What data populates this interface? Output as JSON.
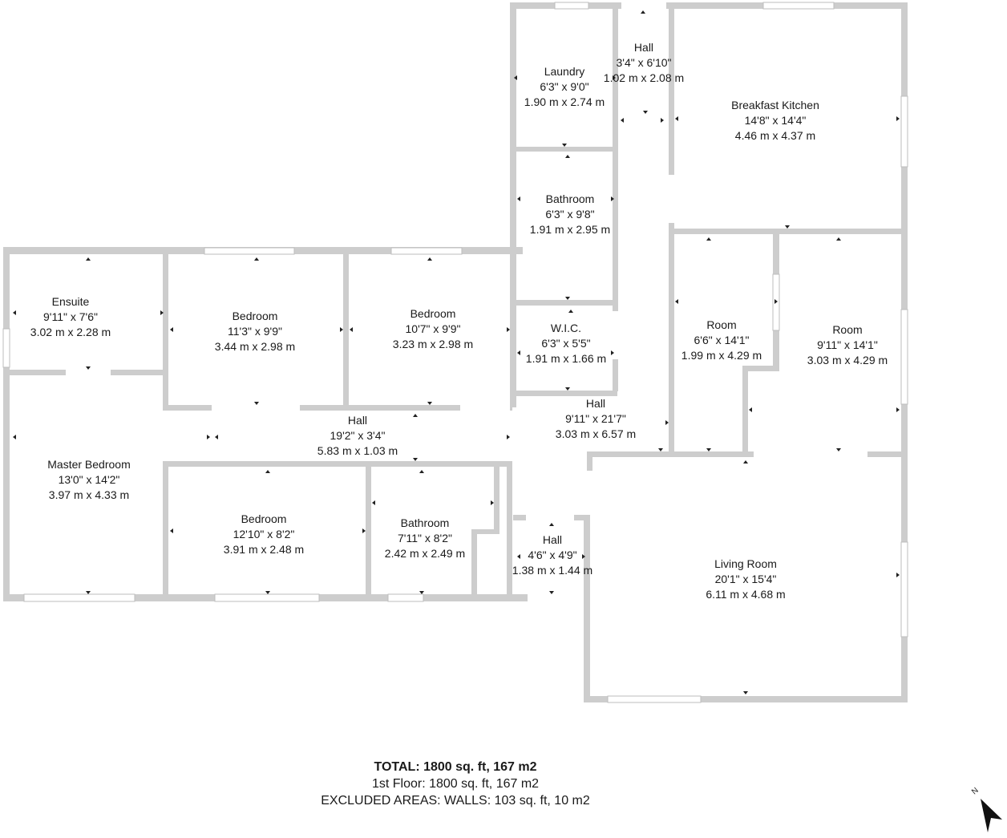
{
  "rooms": {
    "laundry": {
      "name": "Laundry",
      "imperial": "6'3\" x 9'0\"",
      "metric": "1.90 m x 2.74 m"
    },
    "hall_top": {
      "name": "Hall",
      "imperial": "3'4\" x 6'10\"",
      "metric": "1.02 m x 2.08 m"
    },
    "kitchen": {
      "name": "Breakfast Kitchen",
      "imperial": "14'8\" x 14'4\"",
      "metric": "4.46 m x 4.37 m"
    },
    "bathroom_top": {
      "name": "Bathroom",
      "imperial": "6'3\" x 9'8\"",
      "metric": "1.91 m x 2.95 m"
    },
    "ensuite": {
      "name": "Ensuite",
      "imperial": "9'11\" x 7'6\"",
      "metric": "3.02 m x 2.28 m"
    },
    "bedroom_1": {
      "name": "Bedroom",
      "imperial": "11'3\" x 9'9\"",
      "metric": "3.44 m x 2.98 m"
    },
    "bedroom_2": {
      "name": "Bedroom",
      "imperial": "10'7\" x 9'9\"",
      "metric": "3.23 m x 2.98 m"
    },
    "wic": {
      "name": "W.I.C.",
      "imperial": "6'3\" x 5'5\"",
      "metric": "1.91 m x 1.66 m"
    },
    "room_1": {
      "name": "Room",
      "imperial": "6'6\" x 14'1\"",
      "metric": "1.99 m x 4.29 m"
    },
    "room_2": {
      "name": "Room",
      "imperial": "9'11\" x 14'1\"",
      "metric": "3.03 m x 4.29 m"
    },
    "hall_center": {
      "name": "Hall",
      "imperial": "9'11\" x 21'7\"",
      "metric": "3.03 m x 6.57 m"
    },
    "hall_long": {
      "name": "Hall",
      "imperial": "19'2\" x 3'4\"",
      "metric": "5.83 m x 1.03 m"
    },
    "master": {
      "name": "Master Bedroom",
      "imperial": "13'0\" x 14'2\"",
      "metric": "3.97 m x 4.33 m"
    },
    "bedroom_3": {
      "name": "Bedroom",
      "imperial": "12'10\" x 8'2\"",
      "metric": "3.91 m x 2.48 m"
    },
    "bathroom_bottom": {
      "name": "Bathroom",
      "imperial": "7'11\" x 8'2\"",
      "metric": "2.42 m x 2.49 m"
    },
    "hall_small": {
      "name": "Hall",
      "imperial": "4'6\" x 4'9\"",
      "metric": "1.38 m x 1.44 m"
    },
    "living": {
      "name": "Living Room",
      "imperial": "20'1\" x 15'4\"",
      "metric": "6.11 m x 4.68 m"
    }
  },
  "summary": {
    "total": "TOTAL: 1800 sq. ft, 167 m2",
    "floor": "1st Floor: 1800 sq. ft, 167 m2",
    "excluded": "EXCLUDED AREAS: WALLS: 103 sq. ft, 10 m2"
  },
  "compass": {
    "letter": "N",
    "icon": "north-arrow-icon"
  },
  "colors": {
    "wall": "#cdcdcd",
    "text": "#1a1a1a"
  }
}
